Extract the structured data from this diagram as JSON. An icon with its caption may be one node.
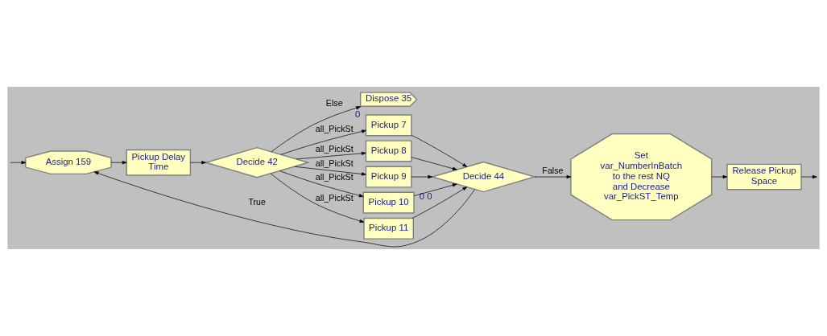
{
  "diagram": {
    "nodes": [
      {
        "text": [
          "Assign 159"
        ]
      },
      {
        "text": [
          "Pickup Delay Time"
        ]
      },
      {
        "text": [
          "Decide 42"
        ]
      },
      {
        "text": [
          "Dispose 35"
        ],
        "beside": [
          "0"
        ]
      },
      {
        "text": [
          "Pickup 7"
        ]
      },
      {
        "text": [
          "Pickup 8"
        ]
      },
      {
        "text": [
          "Pickup 9"
        ]
      },
      {
        "text": [
          "Pickup 10"
        ]
      },
      {
        "text": [
          "Pickup 11"
        ]
      },
      {
        "text": [
          "Decide 44"
        ],
        "beside": [
          "0",
          "0"
        ]
      },
      {
        "text": [
          "Set var_NumberInBatch to the rest NQ and Decrease var_PickST_Temp"
        ]
      },
      {
        "text": [
          "Release Pickup Space"
        ]
      }
    ],
    "edges": [
      {
        "from": null,
        "to": 0,
        "arrow": "to"
      },
      {
        "from": 0,
        "to": 1,
        "arrow": "to"
      },
      {
        "from": 1,
        "to": 2,
        "arrow": "to"
      },
      {
        "from": 2,
        "to": 4,
        "arrow": "to",
        "label": "all_PickSt"
      },
      {
        "from": 2,
        "to": 5,
        "arrow": "to",
        "label": "all_PickSt"
      },
      {
        "from": 2,
        "to": 6,
        "arrow": "to",
        "label": "all_PickSt"
      },
      {
        "from": 2,
        "to": 7,
        "arrow": "to",
        "label": "all_PickSt"
      },
      {
        "from": 2,
        "to": 8,
        "arrow": "to",
        "label": "all_PickSt"
      },
      {
        "from": 2,
        "to": 3,
        "arrow": "to",
        "label": "Else"
      },
      {
        "from": 4,
        "to": 9,
        "arrow": "to"
      },
      {
        "from": 5,
        "to": 9,
        "arrow": "to"
      },
      {
        "from": 6,
        "to": 9,
        "arrow": "to"
      },
      {
        "from": 7,
        "to": 9,
        "arrow": "to"
      },
      {
        "from": 8,
        "to": 9,
        "arrow": "to"
      },
      {
        "from": 9,
        "to": 0,
        "arrow": "to",
        "label": "True"
      },
      {
        "from": 9,
        "to": 10,
        "arrow": "to",
        "label": "False"
      },
      {
        "from": 10,
        "to": 11,
        "arrow": "to"
      },
      {
        "from": 11,
        "to": null,
        "arrow": "to"
      }
    ]
  }
}
